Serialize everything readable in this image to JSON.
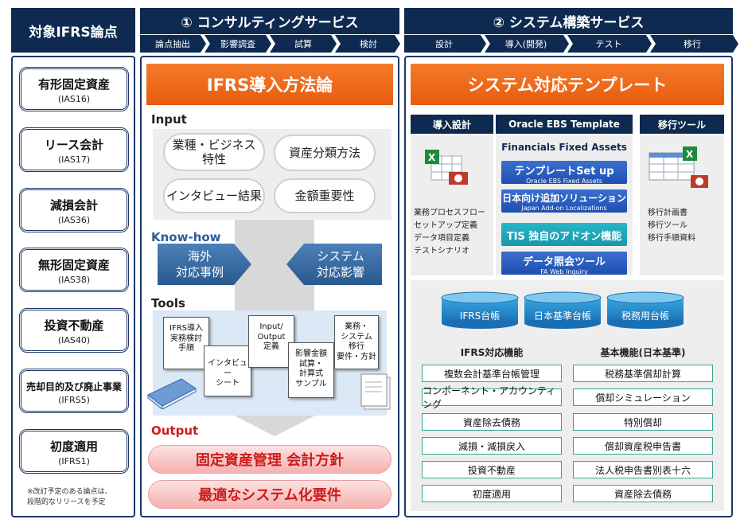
{
  "left_header": "対象IFRS論点",
  "consulting": {
    "title": "① コンサルティングサービス",
    "steps": [
      "論点抽出",
      "影響調査",
      "試算",
      "検討"
    ],
    "method_title": "IFRS導入方法論",
    "input_label": "Input",
    "inputs": [
      "業種・ビジネス\n特性",
      "資産分類方法",
      "インタビュー結果",
      "金額重要性"
    ],
    "knowhow_label": "Know-how",
    "knowhow": [
      "海外\n対応事例",
      "システム\n対応影響"
    ],
    "tools_label": "Tools",
    "tools": [
      "IFRS導入\n実務検討\n手順",
      "インタビュー\nシート",
      "Input/\nOutput\n定義",
      "影響金額\n試算・\n計算式\nサンプル",
      "業務・\nシステム\n移行\n要件・方針"
    ],
    "output_label": "Output",
    "outputs": [
      "固定資産管理 会計方針",
      "最適なシステム化要件"
    ]
  },
  "system": {
    "title": "② システム構築サービス",
    "steps": [
      "設計",
      "導入(開発)",
      "テスト",
      "移行"
    ],
    "template_title": "システム対応テンプレート",
    "col1_title": "導入設計",
    "col1_items": [
      "業務プロセスフロー",
      "セットアップ定義",
      "データ項目定義",
      "テストシナリオ"
    ],
    "col2_title": "Oracle EBS Template",
    "col2_subtitle": "Financials Fixed Assets",
    "col2_buttons": [
      {
        "main": "テンプレートSet up",
        "sub": "Oracle EBS Fixed Assets"
      },
      {
        "main": "日本向け追加ソリューション",
        "sub": "Japan Add-on Localizations"
      },
      {
        "main": "TIS 独自のアドオン機能",
        "sub": ""
      },
      {
        "main": "データ照会ツール",
        "sub": "FA Web Inquiry"
      }
    ],
    "col3_title": "移行ツール",
    "col3_items": [
      "移行計画書",
      "移行ツール",
      "移行手順資料"
    ],
    "ledgers": [
      "IFRS台帳",
      "日本基準台帳",
      "税務用台帳"
    ],
    "ifrs_func_title": "IFRS対応機能",
    "ifrs_funcs": [
      "複数会計基準台帳管理",
      "コンポーネント・アカウンティング",
      "資産除去債務",
      "減損・減損戻入",
      "投資不動産",
      "初度適用"
    ],
    "basic_func_title": "基本機能(日本基準)",
    "basic_funcs": [
      "税務基準償却計算",
      "償却シミュレーション",
      "特別償却",
      "償却資産税申告書",
      "法人税申告書別表十六",
      "資産除去債務"
    ]
  },
  "topics": [
    {
      "title": "有形固定資産",
      "code": "(IAS16)"
    },
    {
      "title": "リース会計",
      "code": "(IAS17)"
    },
    {
      "title": "減損会計",
      "code": "(IAS36)"
    },
    {
      "title": "無形固定資産",
      "code": "(IAS38)"
    },
    {
      "title": "投資不動産",
      "code": "(IAS40)"
    },
    {
      "title": "売却目的及び廃止事業",
      "code": "(IFRS5)"
    },
    {
      "title": "初度適用",
      "code": "(IFRS1)"
    }
  ],
  "footnote": "※改訂予定のある論点は、\n段階的なリリースを予定"
}
